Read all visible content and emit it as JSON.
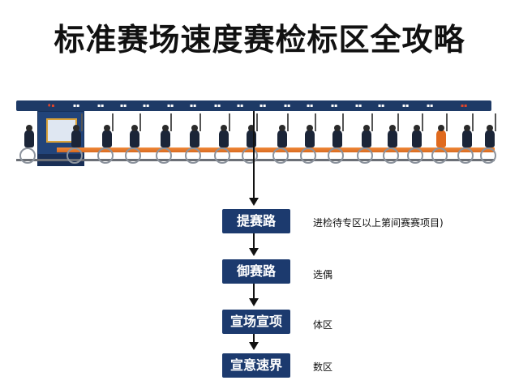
{
  "title": "标准赛场速度赛检标区全攻略",
  "banner_signs": [
    "♦▪",
    "▪▪",
    "▪▪",
    "▪▪",
    "▪▪",
    "▪▪",
    "▪▪",
    "▪▪",
    "▪▪",
    "▪▪",
    "▪▪",
    "▪▪",
    "▪▪",
    "▪▪",
    "▪▪",
    "▪▪",
    "▪▪",
    "▪▪"
  ],
  "steps": [
    {
      "label": "提赛路",
      "note": "进检待专区以上第间赛赛项目)"
    },
    {
      "label": "御赛路",
      "note": "选偶"
    },
    {
      "label": "宣场宣项",
      "note": "体区"
    },
    {
      "label": "宣意速界",
      "note": "数区"
    }
  ],
  "colors": {
    "banner": "#1e3a66",
    "box": "#1c3a6e",
    "accent": "#f08a3a"
  }
}
